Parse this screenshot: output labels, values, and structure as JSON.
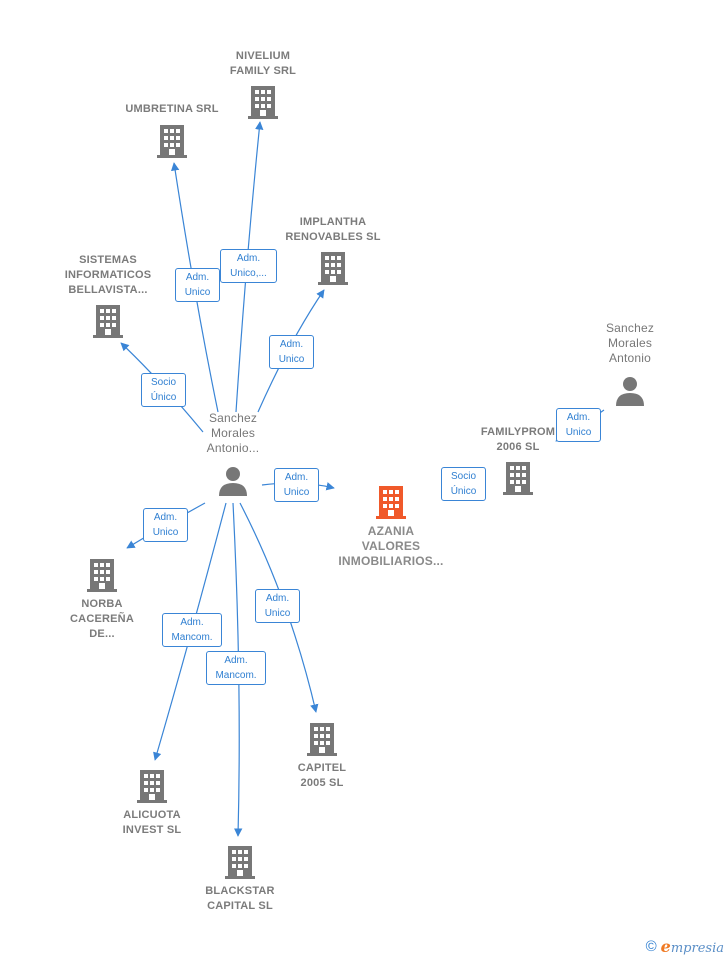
{
  "colors": {
    "company": "#777777",
    "main_company": "#f0592a",
    "person": "#777777",
    "edge": "#3a85d6"
  },
  "nodes": {
    "nivelium": {
      "label": [
        "NIVELIUM",
        "FAMILY SRL"
      ],
      "icon": "building-icon"
    },
    "umbretina": {
      "label": [
        "UMBRETINA SRL"
      ],
      "icon": "building-icon"
    },
    "implantha": {
      "label": [
        "IMPLANTHA",
        "RENOVABLES SL"
      ],
      "icon": "building-icon"
    },
    "sistemas": {
      "label": [
        "SISTEMAS",
        "INFORMATICOS",
        "BELLAVISTA..."
      ],
      "icon": "building-icon"
    },
    "sanchez_main": {
      "label": [
        "Sanchez",
        "Morales",
        "Antonio..."
      ],
      "icon": "person-icon"
    },
    "sanchez_right": {
      "label": [
        "Sanchez",
        "Morales",
        "Antonio"
      ],
      "icon": "person-icon"
    },
    "familyprom": {
      "label": [
        "FAMILYPROM",
        "2006  SL"
      ],
      "icon": "building-icon"
    },
    "azania": {
      "label": [
        "AZANIA",
        "VALORES",
        "INMOBILIARIOS..."
      ],
      "icon": "building-icon"
    },
    "norba": {
      "label": [
        "NORBA",
        "CACEREÑA",
        "DE..."
      ],
      "icon": "building-icon"
    },
    "capitel": {
      "label": [
        "CAPITEL",
        "2005 SL"
      ],
      "icon": "building-icon"
    },
    "alicuota": {
      "label": [
        "ALICUOTA",
        "INVEST  SL"
      ],
      "icon": "building-icon"
    },
    "blackstar": {
      "label": [
        "BLACKSTAR",
        "CAPITAL  SL"
      ],
      "icon": "building-icon"
    }
  },
  "edge_labels": {
    "umbretina": [
      "Adm.",
      "Unico"
    ],
    "nivelium": [
      "Adm.",
      "Unico,..."
    ],
    "implantha": [
      "Adm.",
      "Unico"
    ],
    "sistemas": [
      "Socio",
      "Único"
    ],
    "azania": [
      "Adm.",
      "Unico"
    ],
    "norba": [
      "Adm.",
      "Unico"
    ],
    "capitel": [
      "Adm.",
      "Unico"
    ],
    "alicuota": [
      "Adm.",
      "Mancom."
    ],
    "blackstar": [
      "Adm.",
      "Mancom."
    ],
    "familyprom_azania": [
      "Socio",
      "Único"
    ],
    "sanchez_right_familyprom": [
      "Adm.",
      "Unico"
    ]
  },
  "footer": {
    "copyright": "©",
    "brand_initial": "e",
    "brand_rest": "mpresia"
  }
}
